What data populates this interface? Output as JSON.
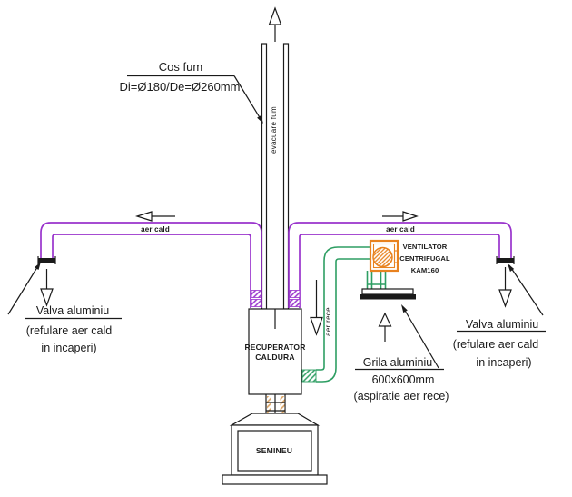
{
  "diagram": {
    "chimney": {
      "label": "Cos fum",
      "dimension": "Di=Ø180/De=Ø260mm",
      "flow_label": "evacuare fum"
    },
    "hot_air": {
      "left_label": "aer cald",
      "right_label": "aer cald"
    },
    "valve_left": {
      "line1": "Valva aluminiu",
      "line2": "(refulare aer cald",
      "line3": "in incaperi)"
    },
    "valve_right": {
      "line1": "Valva aluminiu",
      "line2": "(refulare aer cald",
      "line3": "in incaperi)"
    },
    "fan": {
      "line1": "VENTILATOR",
      "line2": "CENTRIFUGAL",
      "line3": "KAM160"
    },
    "cold_air": {
      "label": "aer rece"
    },
    "grille": {
      "line1": "Grila aluminiu",
      "line2": "600x600mm",
      "line3": "(aspiratie aer rece)"
    },
    "recuperator": {
      "line1": "RECUPERATOR",
      "line2": "CALDURA"
    },
    "fireplace": {
      "label": "SEMINEU"
    },
    "colors": {
      "hot_air_duct": "#9933cc",
      "cold_air_duct": "#2e9e63",
      "fan_casing": "#e8821f",
      "connector_hatch": "#d9a15f",
      "line": "#1a1a1a",
      "background": "#ffffff"
    }
  }
}
